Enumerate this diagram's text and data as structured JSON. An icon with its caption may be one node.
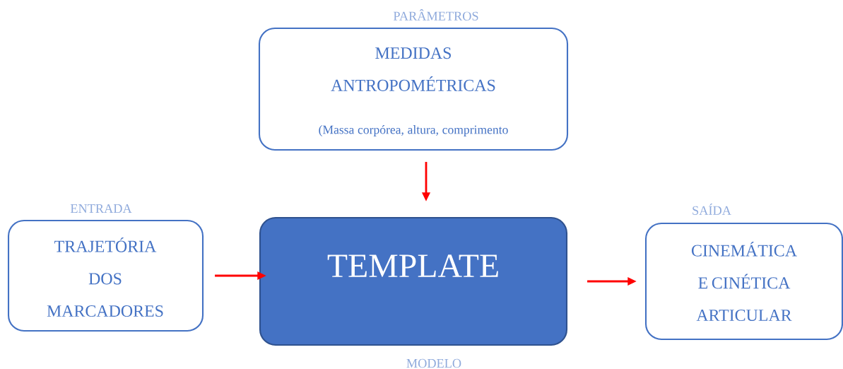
{
  "diagram": {
    "nodes": [
      {
        "text": [
          "PARÂMETROS",
          "MEDIDAS ANTROPOMÉTRICAS",
          "(Massa corpórea, altura, comprimento"
        ]
      },
      {
        "text": [
          "ENTRADA",
          "TRAJETÓRIA DOS MARCADORES"
        ]
      },
      {
        "text": [
          "TEMPLATE",
          "MODELO"
        ]
      },
      {
        "text": [
          "SAÍDA",
          "CINEMÁTICA E CINÉTICA ARTICULAR"
        ]
      }
    ],
    "edges": [
      {
        "from": 0,
        "to": 2,
        "arrow": "to"
      },
      {
        "from": 1,
        "to": 2,
        "arrow": "to"
      },
      {
        "from": 2,
        "to": 3,
        "arrow": "to"
      }
    ]
  }
}
